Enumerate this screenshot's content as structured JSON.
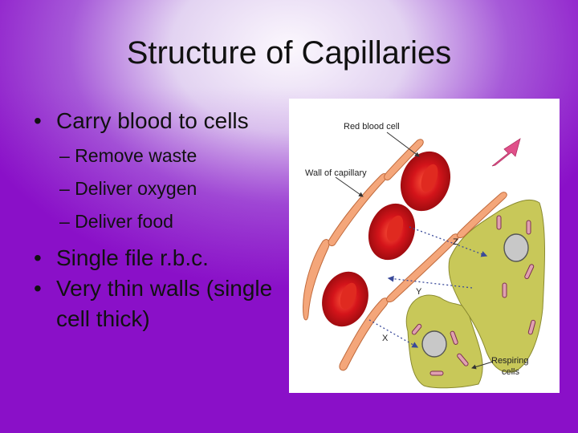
{
  "slide": {
    "title": "Structure of Capillaries",
    "bullets": [
      {
        "text": "Carry blood to cells",
        "sub": [
          "– Remove waste",
          "– Deliver oxygen",
          "– Deliver food"
        ]
      },
      {
        "text": "Single file r.b.c.",
        "sub": []
      },
      {
        "text": "Very thin walls (single cell thick)",
        "sub": []
      }
    ],
    "bullet_glyph": "•"
  },
  "diagram": {
    "labels": {
      "red_blood_cell": "Red blood cell",
      "wall_of_capillary": "Wall of capillary",
      "respiring_line1": "Respiring",
      "respiring_line2": "cells",
      "z": "Z",
      "y": "Y",
      "x": "X"
    },
    "colors": {
      "rbc": "#d4141a",
      "wall": "#f4a67a",
      "cell": "#c8c859",
      "nucleus": "#c8c8c8",
      "arrow": "#e0508a"
    }
  }
}
